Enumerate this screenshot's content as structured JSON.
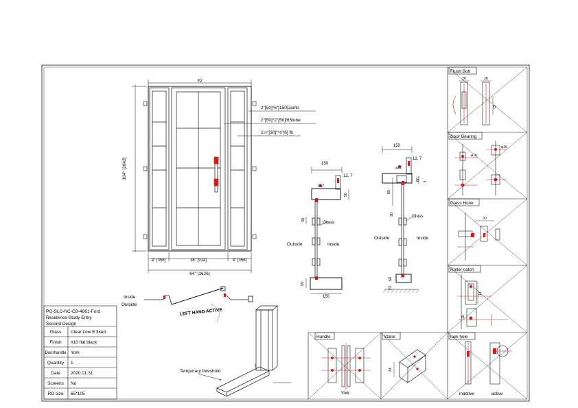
{
  "elevation": {
    "top_label": "F2",
    "height_label": "104\" [2642]",
    "width_total_label": "64\" [1626]",
    "left_side_label": "4\" [356]",
    "door_width_label": "36\" [914]",
    "right_side_label": "4\" [356]",
    "callouts": [
      "2\"[50]*6\"[150]Jamb",
      "2\"[50]*2\"[50]/65tube",
      "1½\"[30]*⅛\"[6] fb"
    ]
  },
  "section_a": {
    "top_dim": "150",
    "glass_dim": "12, 7",
    "pipe_label": "φ12",
    "right_dim": "50",
    "mid_dim": "30",
    "glass_label": "Glass",
    "outside_label": "Outside",
    "inside_label": "Inside",
    "bottom_dim": "50",
    "base_dim": "150"
  },
  "section_b": {
    "top_dim": "150",
    "glass_dim": "12, 7",
    "pipe_label": "φ12",
    "side_dim_a": "60",
    "side_dim_b": "3",
    "left_dim": "65",
    "mid_dim": "30",
    "glass_label": "Glass",
    "outside_label": "Outside",
    "inside_label": "Inside",
    "bottom_dim_a": "60",
    "bottom_dim_b": "22"
  },
  "plan_view": {
    "inside_label": "Inside",
    "outside_label": "Outside",
    "swing_label": "LEFT HAND ACTIVE"
  },
  "threshold": {
    "label": "Temporary threshold"
  },
  "panels": {
    "flush_bolt": {
      "title": "Flush Bolt",
      "dims": [
        "20",
        "20",
        "19"
      ]
    },
    "door_bearing": {
      "title": "Door Bearing",
      "dims": [
        "φ16",
        "φ26"
      ]
    },
    "glass_hook": {
      "title": "Glass Hook",
      "dims": [
        "30"
      ]
    },
    "roller_catch": {
      "title": "Roller catch",
      "dims": [
        "14",
        "16"
      ]
    },
    "handle": {
      "title": "Handle",
      "caption": "York"
    },
    "stator": {
      "title": "Stator",
      "dims": [
        "84"
      ]
    },
    "lock_hole": {
      "title": "lock hole",
      "left_caption": "inactive",
      "right_caption": "active"
    }
  },
  "title_block": {
    "header_line1": "PO-SLC-NC-CB-4861-Ford",
    "header_line2": "Residence-Study Entry",
    "header_line3": "Second  Design",
    "rows": [
      {
        "label": "Glass",
        "value": "Clear Low E fixed"
      },
      {
        "label": "Finish",
        "value": "#10 flat black"
      },
      {
        "label": "Doorhandle",
        "value": "York"
      },
      {
        "label": "Quantity",
        "value": "1"
      },
      {
        "label": "Date",
        "value": "2020.01.31"
      },
      {
        "label": "Screens",
        "value": "No"
      },
      {
        "label": "RO size",
        "value": "65*105"
      }
    ]
  },
  "colors": {
    "line": "#111111",
    "accent": "#d01c1c",
    "background": "#ffffff"
  }
}
